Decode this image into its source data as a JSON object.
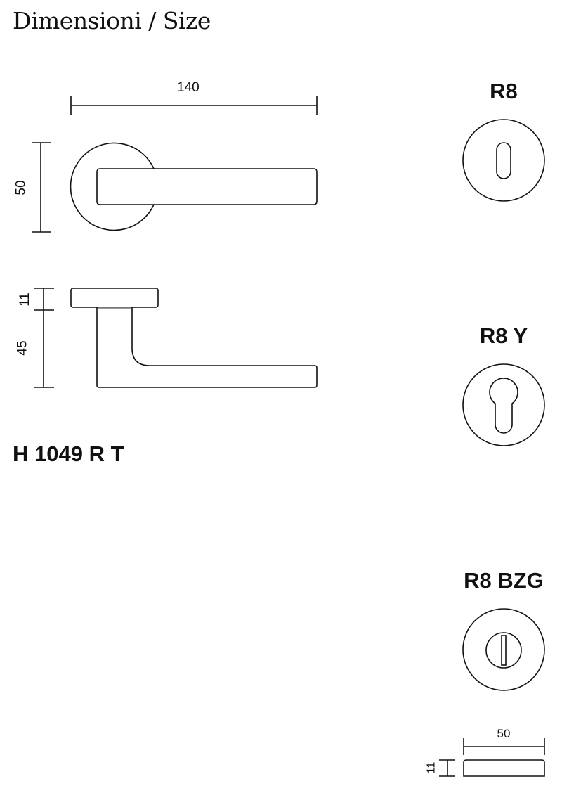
{
  "title": "Dimensioni / Size",
  "handle": {
    "model": "H 1049 R T",
    "dimensions": {
      "length": "140",
      "rose_diameter": "50",
      "rose_thickness": "11",
      "projection": "45"
    }
  },
  "rosettes": [
    {
      "label": "R8",
      "keyhole": "slot-icon"
    },
    {
      "label": "R8 Y",
      "keyhole": "euro-profile-icon"
    },
    {
      "label": "R8 BZG",
      "keyhole": "turn-release-icon"
    }
  ],
  "rosette_profile": {
    "diameter": "50",
    "thickness": "11"
  },
  "colors": {
    "line": "#111111",
    "background": "#ffffff"
  }
}
